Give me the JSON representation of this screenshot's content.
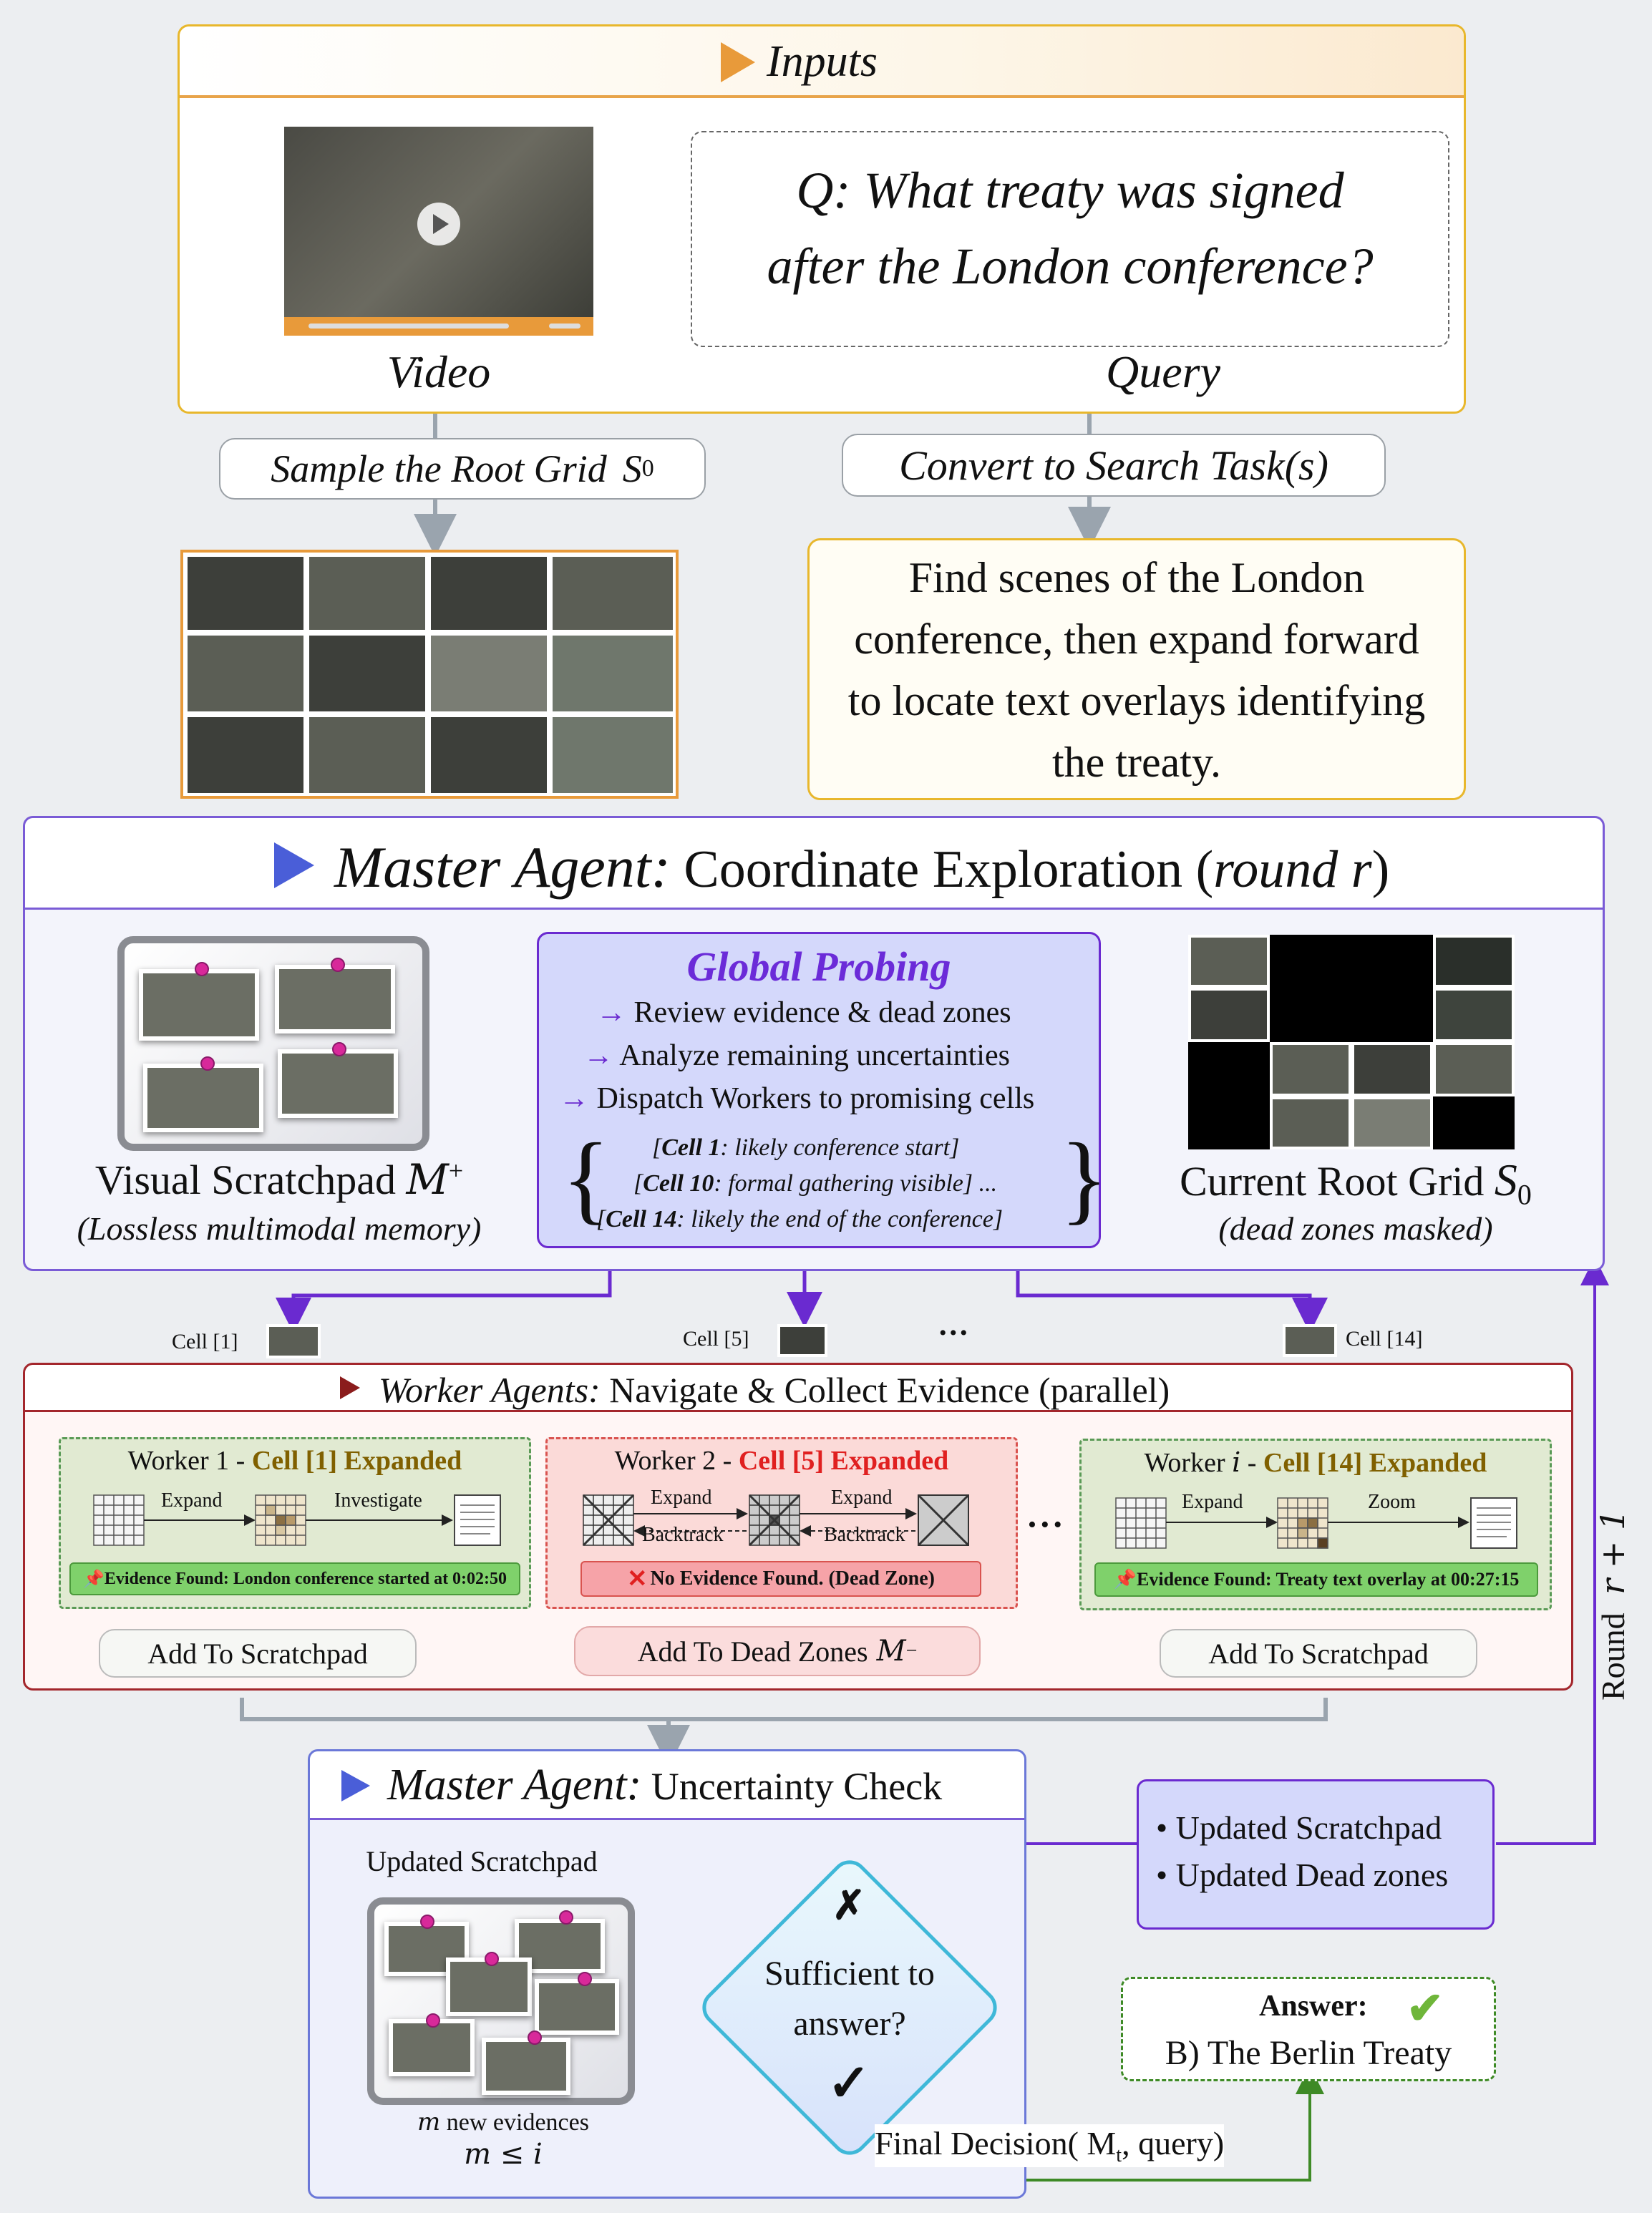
{
  "inputs": {
    "title": "Inputs",
    "video_label": "Video",
    "query_label": "Query",
    "question": "Q: What treaty was signed after the London conference?",
    "question_line1": "Q: What treaty was signed",
    "question_line2": "after the London conference?"
  },
  "steps": {
    "sample_root_grid": "Sample the Root Grid",
    "root_grid_symbol": "S",
    "root_grid_sub": "0",
    "convert_search_task": "Convert to Search Task(s)",
    "search_task_line1": "Find scenes of the London",
    "search_task_line2": "conference, then expand forward",
    "search_task_line3": "to locate text overlays identifying",
    "search_task_line4": "the treaty."
  },
  "master": {
    "title_italic": "Master Agent:",
    "title_rest": "Coordinate Exploration (",
    "title_round": "round r",
    "title_close": ")",
    "global_probing": "Global Probing",
    "probing_items": [
      "Review evidence & dead zones",
      "Analyze remaining uncertainties",
      "Dispatch Workers to promising cells"
    ],
    "cells": [
      {
        "name": "Cell 1",
        "text": ": likely conference start]"
      },
      {
        "name": "Cell 10",
        "text": ": formal gathering visible] ..."
      },
      {
        "name": "Cell 14",
        "text": ": likely the end of the conference]"
      }
    ],
    "scratchpad_label": "Visual Scratchpad",
    "scratchpad_symbol": "M",
    "scratchpad_sup": "+",
    "scratchpad_sub": "(Lossless multimodal memory)",
    "root_grid_label": "Current Root Grid",
    "root_grid_symbol": "S",
    "root_grid_sub": "0",
    "root_grid_caption": "(dead zones masked)"
  },
  "dispatch": {
    "cell1": "Cell [1]",
    "cell5": "Cell [5]",
    "ellipsis": "•••",
    "cell14": "Cell [14]"
  },
  "workers": {
    "title_italic": "Worker Agents:",
    "title_rest": "Navigate & Collect Evidence (parallel)",
    "w1": {
      "title": "Worker 1 - ",
      "cell": "Cell [1] Expanded",
      "step1": "Expand",
      "step2": "Investigate",
      "evidence": "Evidence Found: London conference started at 0:02:50",
      "action": "Add To Scratchpad"
    },
    "w2": {
      "title": "Worker 2 - ",
      "cell": "Cell [5] Expanded",
      "step1": "Expand",
      "back1": "Backtrack",
      "step2": "Expand",
      "back2": "Backtrack",
      "evidence": "No Evidence Found. (Dead Zone)",
      "action": "Add To Dead Zones",
      "action_symbol": "M",
      "action_sup": "−"
    },
    "wi": {
      "title": "Worker ",
      "title_i": "i",
      "title_dash": " - ",
      "cell": "Cell [14] Expanded",
      "step1": "Expand",
      "step2": "Zoom",
      "evidence": "Evidence Found: Treaty text overlay at 00:27:15",
      "action": "Add To Scratchpad"
    },
    "ellipsis": "•••"
  },
  "check": {
    "title_italic": "Master Agent:",
    "title_rest": "Uncertainty Check",
    "updated_scratchpad": "Updated Scratchpad",
    "new_evidences_m": "m",
    "new_evidences": "new evidences",
    "constraint": "m ≤ i",
    "decision_line1": "Sufficient to",
    "decision_line2": "answer?",
    "no_mark": "✗",
    "yes_mark": "✓",
    "final_decision": "Final Decision( M",
    "final_decision_sub": "t",
    "final_decision_rest": ", query)"
  },
  "updates": {
    "items": [
      "Updated Scratchpad",
      "Updated Dead zones"
    ]
  },
  "round": {
    "label": "Round",
    "expr": "r + 1"
  },
  "answer": {
    "label": "Answer:",
    "value": "B) The Berlin Treaty"
  },
  "colors": {
    "inputs_border": "#e8b72c",
    "master_border": "#7a5bd6",
    "probing_fill": "#d4d8fb",
    "probing_title": "#6b2bd8",
    "worker_border": "#a3262c",
    "worker_fill": "#fff6f5",
    "green_fill": "#7fd16b",
    "red_fill": "#f6a3a8",
    "evidence_red": "#e02020",
    "evidence_olive": "#806000",
    "arrow_purple": "#6a2ad0",
    "arrow_gray": "#9aa4ae",
    "answer_green": "#3e8a26"
  }
}
